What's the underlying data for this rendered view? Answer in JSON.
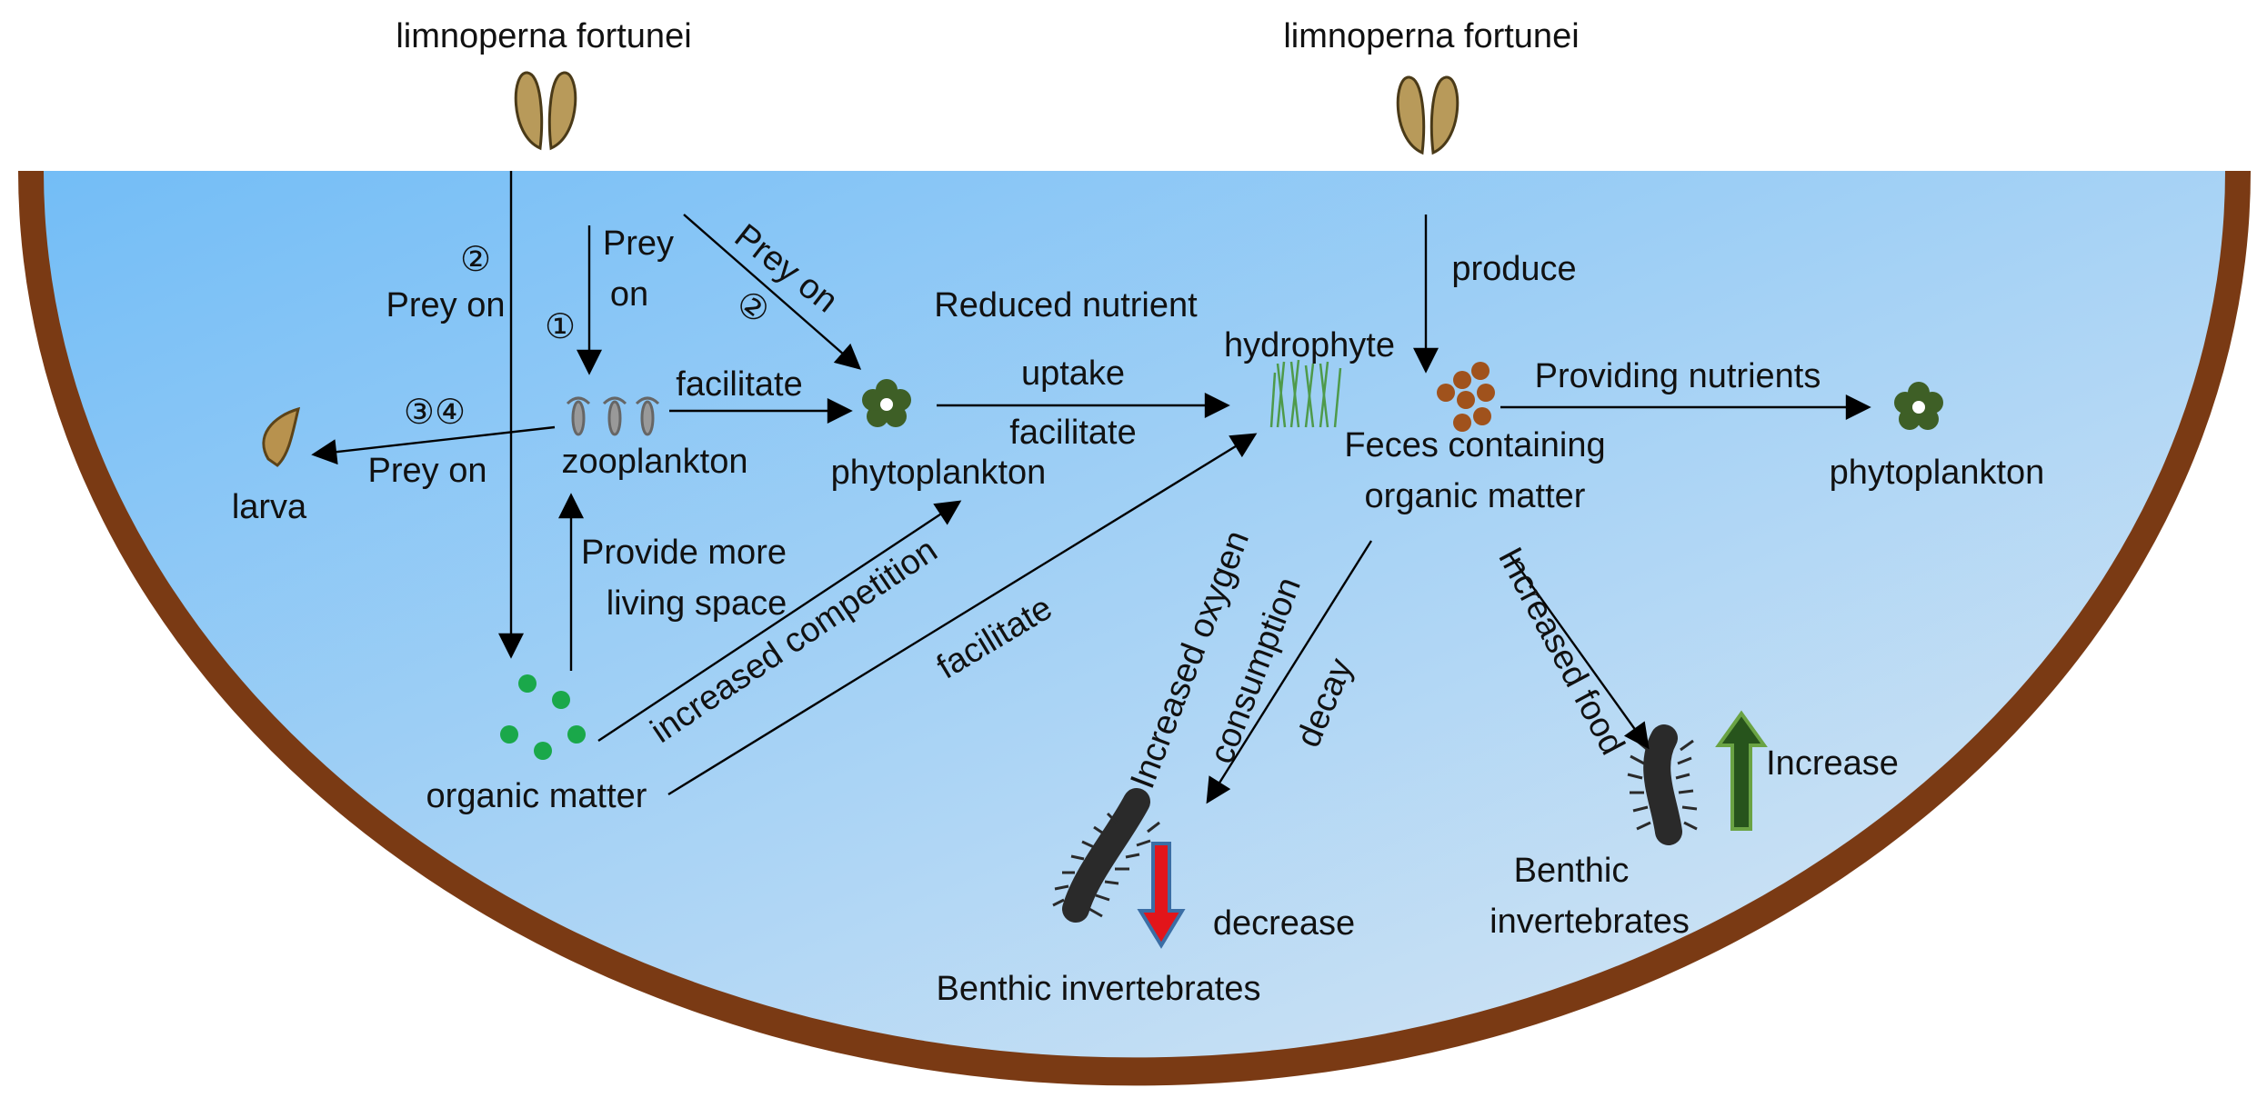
{
  "colors": {
    "water_top": "#73bdf6",
    "water_bottom": "#dbe8f4",
    "basin_rim": "#7a3a14",
    "arrow": "#000000",
    "organic_dot": "#1aa84a",
    "phyto_fill": "#3e5f26",
    "feces_fill": "#a0521c",
    "down_arrow": "#e2151a",
    "up_arrow": "#27541c"
  },
  "labels": {
    "mussel_left": "limnoperna fortunei",
    "mussel_right": "limnoperna fortunei",
    "circ2_left": "②",
    "prey_on_left": "Prey on",
    "prey_on_center_line1": "Prey",
    "prey_on_center_line2": "on",
    "circ1": "①",
    "prey_on_diag": "Prey on",
    "circ2_diag": "②",
    "reduced_nutrient": "Reduced nutrient",
    "hydrophyte": "hydrophyte",
    "produce": "produce",
    "circ34": "③④",
    "facilitate_zoo_phyto": "facilitate",
    "uptake": "uptake",
    "facilitate_phyto_hydro": "facilitate",
    "providing_nutrients": "Providing nutrients",
    "prey_on_larva": "Prey on",
    "larva": "larva",
    "zooplankton": "zooplankton",
    "phytoplankton_center": "phytoplankton",
    "feces_line1": "Feces containing",
    "feces_line2": "organic matter",
    "phytoplankton_right": "phytoplankton",
    "provide_space_line1": "Provide more",
    "provide_space_line2": "living space",
    "increased_competition": "increased competition",
    "facilitate_organic_hydro": "facilitate",
    "increased_oxygen": "Increased oxygen",
    "consumption": "consumption",
    "decay": "decay",
    "increased_food": "Increased food",
    "organic_matter": "organic matter",
    "decrease": "decrease",
    "benthic_left": "Benthic invertebrates",
    "increase": "Increase",
    "benthic_right_line1": "Benthic",
    "benthic_right_line2": "invertebrates"
  }
}
